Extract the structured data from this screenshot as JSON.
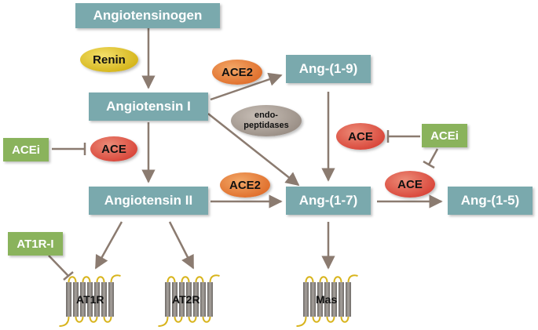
{
  "diagram": {
    "molecules": {
      "angiotensinogen": "Angiotensinogen",
      "angiotensin_1": "Angiotensin I",
      "angiotensin_2": "Angiotensin II",
      "ang_1_9": "Ang-(1-9)",
      "ang_1_7": "Ang-(1-7)",
      "ang_1_5": "Ang-(1-5)"
    },
    "enzymes": {
      "renin": "Renin",
      "ace_left": "ACE",
      "ace2_top": "ACE2",
      "ace2_mid": "ACE2",
      "endopeptidases_line1": "endo-",
      "endopeptidases_line2": "peptidases",
      "ace_right_top": "ACE",
      "ace_right_bottom": "ACE"
    },
    "inhibitors": {
      "acei_left": "ACEi",
      "acei_right": "ACEi",
      "at1r_i": "AT1R-I"
    },
    "receptors": {
      "at1r": "AT1R",
      "at2r": "AT2R",
      "mas": "Mas"
    },
    "colors": {
      "molecule_box": "#7aa9ad",
      "inhibitor_box": "#8ab35c",
      "ace": "#d9463a",
      "ace2": "#e06f2c",
      "renin": "#d5b51a",
      "endopeptidases": "#9a8f86",
      "arrow": "#8b7b70",
      "receptor_body": "#8a8580",
      "receptor_loop": "#d8b41c"
    }
  }
}
